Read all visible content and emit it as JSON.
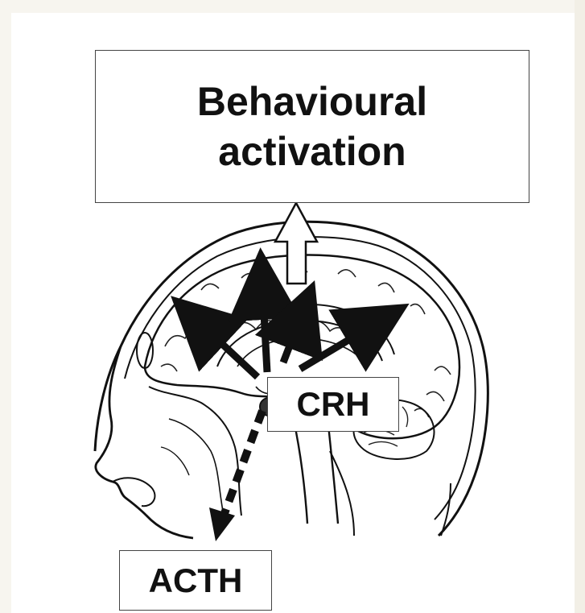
{
  "diagram": {
    "top_box": {
      "line1": "Behavioural",
      "line2": "activation"
    },
    "crh_label": "CRH",
    "acth_label": "ACTH"
  },
  "colors": {
    "background": "#f7f5ef",
    "line": "#111111"
  }
}
